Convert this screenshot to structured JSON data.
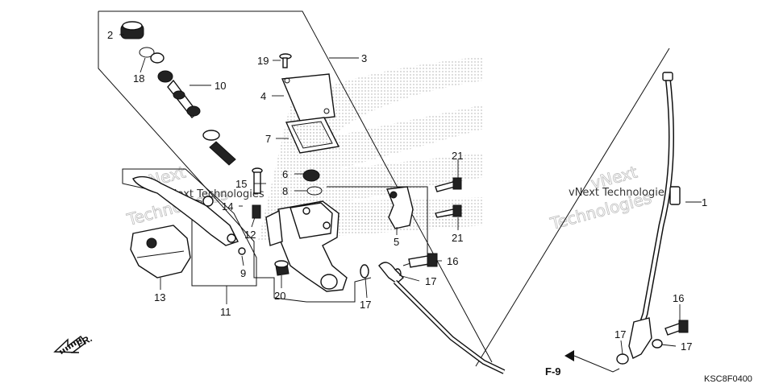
{
  "callouts": {
    "c1": "1",
    "c2": "2",
    "c3": "3",
    "c4": "4",
    "c5": "5",
    "c6": "6",
    "c7": "7",
    "c8": "8",
    "c9": "9",
    "c10": "10",
    "c11": "11",
    "c12": "12",
    "c13": "13",
    "c14": "14",
    "c15": "15",
    "c16a": "16",
    "c16b": "16",
    "c17a": "17",
    "c17b": "17",
    "c17c": "17",
    "c17d": "17",
    "c18": "18",
    "c19": "19",
    "c20": "20",
    "c21a": "21",
    "c21b": "21"
  },
  "fr_label": "FR.",
  "ref_label": "F-9",
  "diagram_code": "KSC8F0400",
  "watermark": {
    "brand_line1": "vNext",
    "brand_line2": "Technologies",
    "solid_text": "vNext Technologies"
  }
}
